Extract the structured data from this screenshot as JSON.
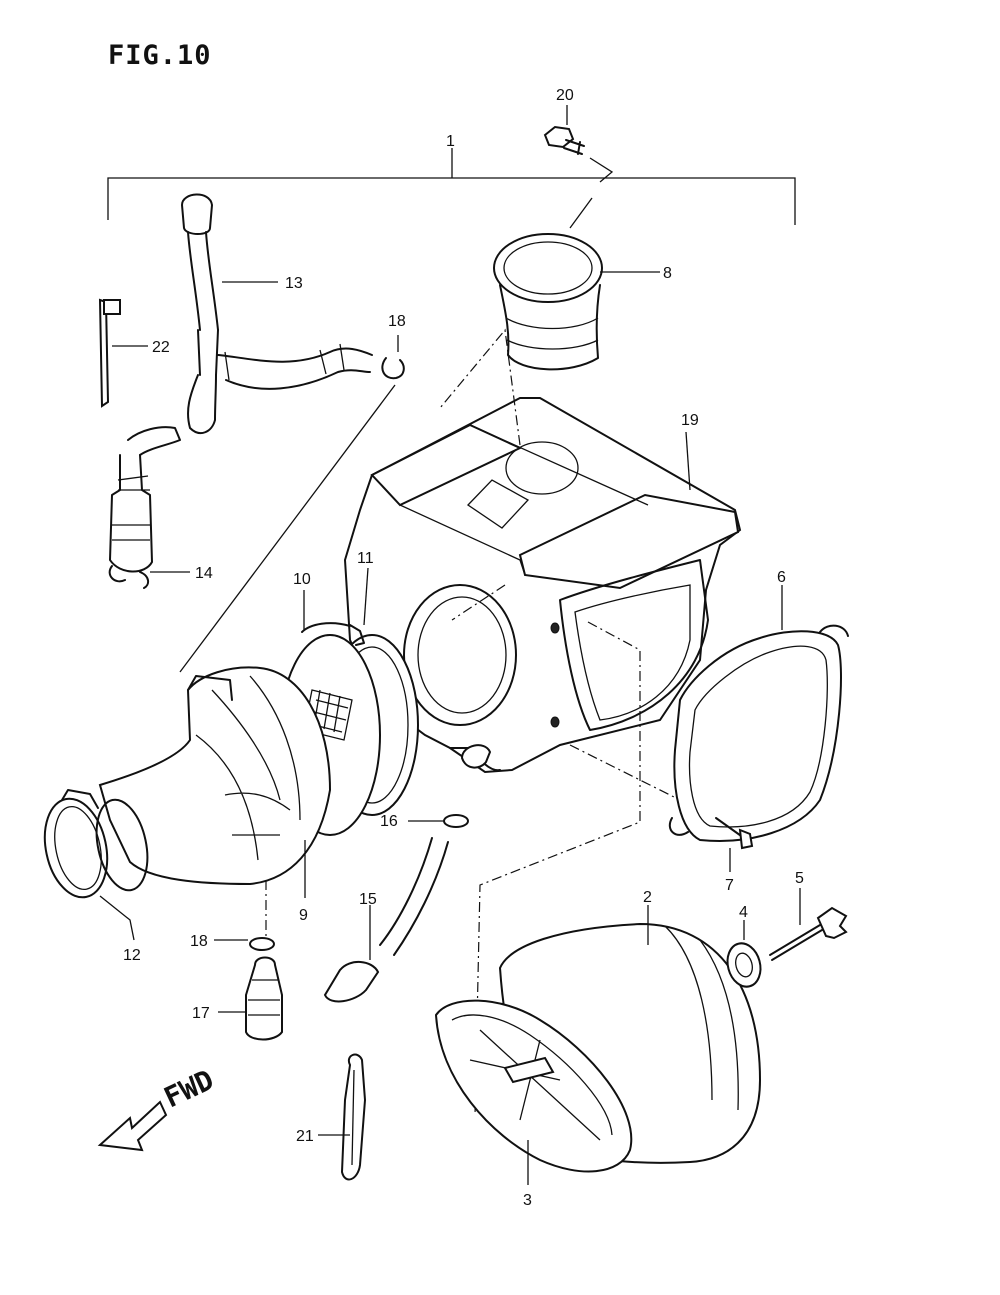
{
  "figure": {
    "title": "FIG.10"
  },
  "direction_label": "FWD",
  "callouts": {
    "p1": "1",
    "p2": "2",
    "p3": "3",
    "p4": "4",
    "p5": "5",
    "p6": "6",
    "p7": "7",
    "p8": "8",
    "p9": "9",
    "p10": "10",
    "p11": "11",
    "p12": "12",
    "p13": "13",
    "p14": "14",
    "p15": "15",
    "p16": "16",
    "p17": "17",
    "p18a": "18",
    "p18b": "18",
    "p19": "19",
    "p20": "20",
    "p21": "21",
    "p22": "22"
  }
}
